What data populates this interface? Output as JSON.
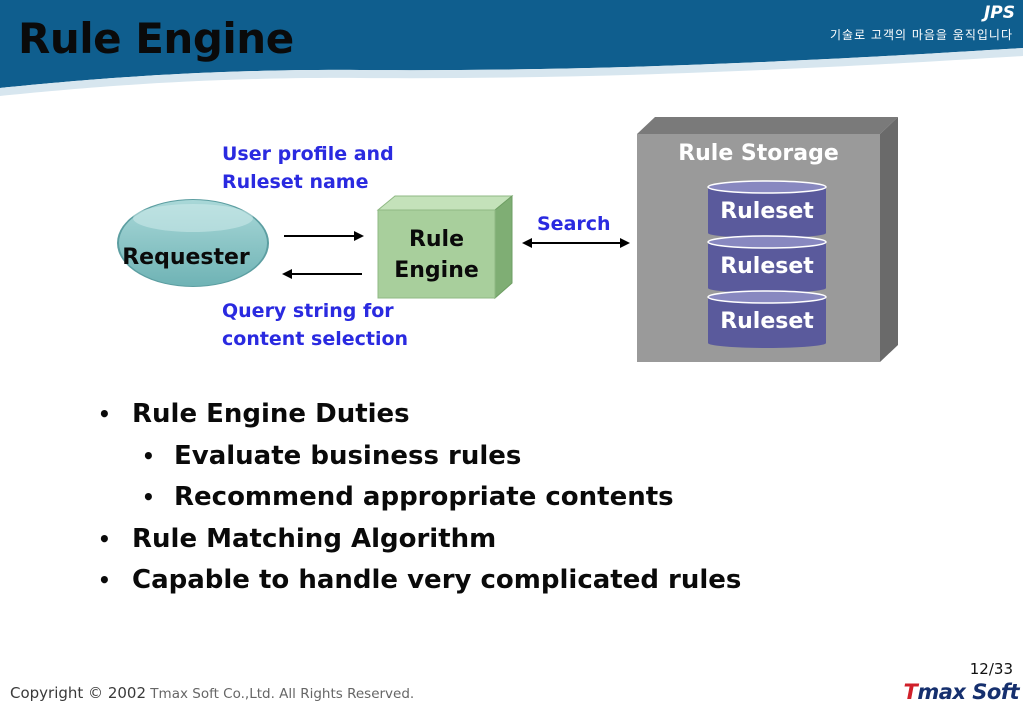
{
  "header": {
    "title": "Rule Engine",
    "brand": "JPS",
    "tagline": "기술로 고객의 마음을 움직입니다"
  },
  "diagram": {
    "requester": "Requester",
    "engine_line1": "Rule",
    "engine_line2": "Engine",
    "storage_title": "Rule Storage",
    "rulesets": [
      "Ruleset",
      "Ruleset",
      "Ruleset"
    ],
    "search_label": "Search",
    "request_label_line1": "User profile and",
    "request_label_line2": "Ruleset name",
    "response_label_line1": "Query string for",
    "response_label_line2": "content selection"
  },
  "bullets": [
    {
      "text": "Rule Engine Duties",
      "level": 1
    },
    {
      "text": "Evaluate business rules",
      "level": 2
    },
    {
      "text": "Recommend appropriate contents",
      "level": 2
    },
    {
      "text": "Rule Matching Algorithm",
      "level": 1
    },
    {
      "text": "Capable to handle very complicated rules",
      "level": 1
    }
  ],
  "footer": {
    "copyright_prefix": "Copyright © 2002",
    "copyright_suffix": " Tmax Soft Co.,Ltd. All Rights Reserved.",
    "page": "12/33",
    "logo_t": "T",
    "logo_rest": "max Soft"
  },
  "colors": {
    "header_blue": "#0f5e8e",
    "label_blue": "#2a2ae0",
    "engine_green": "#a8cf9c",
    "storage_gray": "#9a9a9a",
    "ruleset_purple": "#5a5a9c"
  }
}
